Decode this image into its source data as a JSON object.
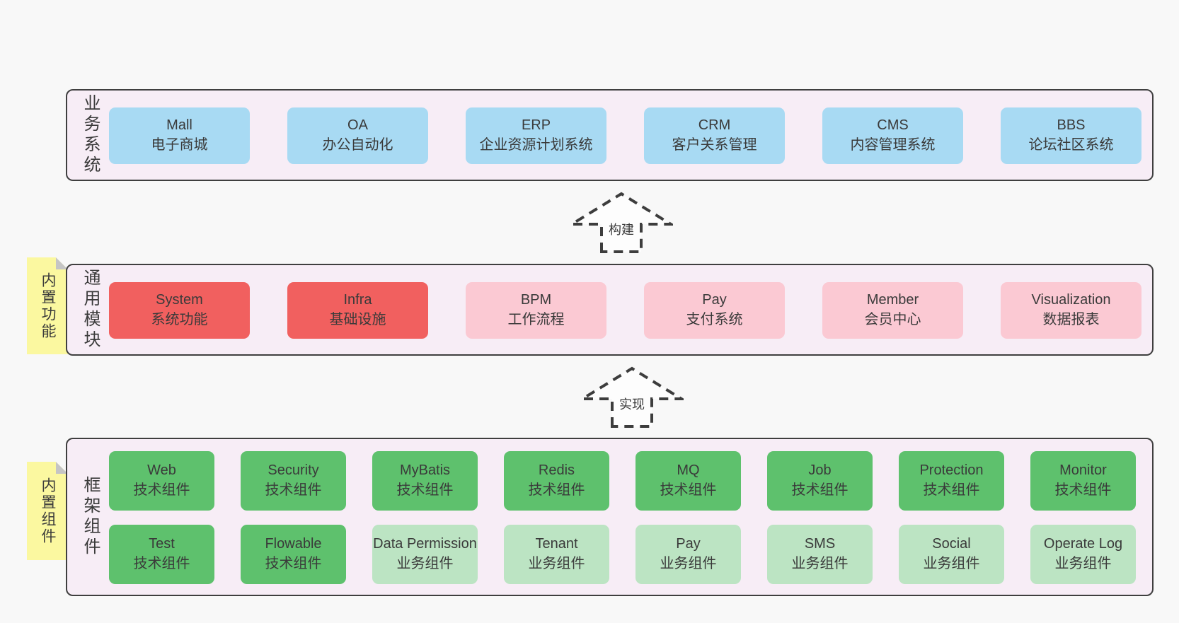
{
  "colors": {
    "page_bg": "#f8f8f8",
    "layer_bg": "#f7edf6",
    "layer_border": "#3f3f3f",
    "blue": "#a8daf3",
    "red": "#f1605f",
    "pink": "#fbc9d3",
    "green": "#5ec16d",
    "light_green": "#bce4c3",
    "note_yellow": "#fbf8a0",
    "fold_gray": "#c5c5c5",
    "text": "#3a3a3a"
  },
  "arrows": [
    {
      "label": "构建"
    },
    {
      "label": "实现"
    }
  ],
  "layers": [
    {
      "label": "业务系统",
      "boxes": [
        {
          "name": "Mall",
          "desc": "电子商城",
          "color": "blue"
        },
        {
          "name": "OA",
          "desc": "办公自动化",
          "color": "blue"
        },
        {
          "name": "ERP",
          "desc": "企业资源计划系统",
          "color": "blue"
        },
        {
          "name": "CRM",
          "desc": "客户关系管理",
          "color": "blue"
        },
        {
          "name": "CMS",
          "desc": "内容管理系统",
          "color": "blue"
        },
        {
          "name": "BBS",
          "desc": "论坛社区系统",
          "color": "blue"
        }
      ]
    },
    {
      "label": "通用模块",
      "note": "内置功能",
      "boxes": [
        {
          "name": "System",
          "desc": "系统功能",
          "color": "red"
        },
        {
          "name": "Infra",
          "desc": "基础设施",
          "color": "red"
        },
        {
          "name": "BPM",
          "desc": "工作流程",
          "color": "pink"
        },
        {
          "name": "Pay",
          "desc": "支付系统",
          "color": "pink"
        },
        {
          "name": "Member",
          "desc": "会员中心",
          "color": "pink"
        },
        {
          "name": "Visualization",
          "desc": "数据报表",
          "color": "pink"
        }
      ]
    },
    {
      "label": "框架组件",
      "note": "内置组件",
      "rows": [
        [
          {
            "name": "Web",
            "desc": "技术组件",
            "color": "green"
          },
          {
            "name": "Security",
            "desc": "技术组件",
            "color": "green"
          },
          {
            "name": "MyBatis",
            "desc": "技术组件",
            "color": "green"
          },
          {
            "name": "Redis",
            "desc": "技术组件",
            "color": "green"
          },
          {
            "name": "MQ",
            "desc": "技术组件",
            "color": "green"
          },
          {
            "name": "Job",
            "desc": "技术组件",
            "color": "green"
          },
          {
            "name": "Protection",
            "desc": "技术组件",
            "color": "green"
          },
          {
            "name": "Monitor",
            "desc": "技术组件",
            "color": "green"
          }
        ],
        [
          {
            "name": "Test",
            "desc": "技术组件",
            "color": "green"
          },
          {
            "name": "Flowable",
            "desc": "技术组件",
            "color": "green"
          },
          {
            "name": "Data Permission",
            "desc": "业务组件",
            "color": "light_green"
          },
          {
            "name": "Tenant",
            "desc": "业务组件",
            "color": "light_green"
          },
          {
            "name": "Pay",
            "desc": "业务组件",
            "color": "light_green"
          },
          {
            "name": "SMS",
            "desc": "业务组件",
            "color": "light_green"
          },
          {
            "name": "Social",
            "desc": "业务组件",
            "color": "light_green"
          },
          {
            "name": "Operate Log",
            "desc": "业务组件",
            "color": "light_green"
          }
        ]
      ]
    }
  ]
}
